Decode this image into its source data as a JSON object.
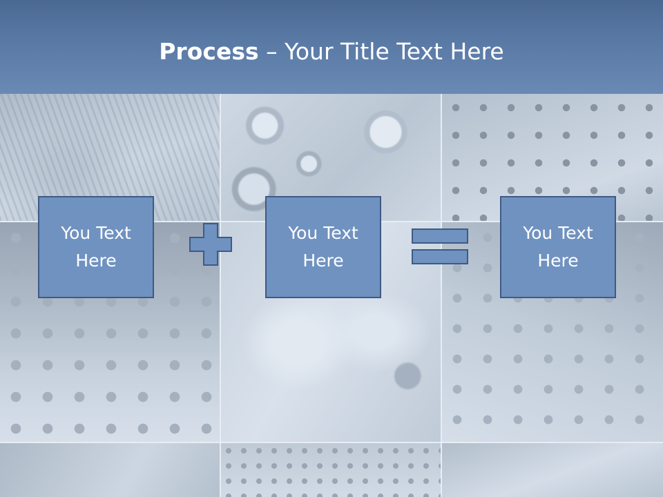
{
  "slide": {
    "title_bold": "Process",
    "title_rest": " – Your Title Text Here",
    "steps": [
      {
        "line1": "You Text",
        "line2": "Here"
      },
      {
        "line1": "You Text",
        "line2": "Here"
      },
      {
        "line1": "You Text",
        "line2": "Here"
      }
    ],
    "operators": [
      "plus-icon",
      "equals-icon"
    ]
  },
  "colors": {
    "banner": "#5a7aa6",
    "box_fill": "#7092c0",
    "box_border": "#3d5a85",
    "text": "#ffffff"
  },
  "background": {
    "icon": "industrial-tools-photo-collage"
  }
}
